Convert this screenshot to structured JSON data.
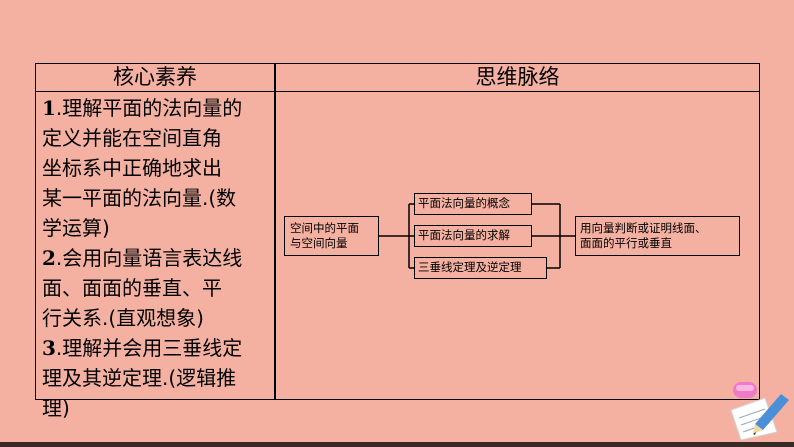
{
  "table": {
    "header_left": "核心素养",
    "header_right": "思维脉络",
    "items": [
      {
        "num": "1",
        "lines": [
          ".理解平面的法向量的",
          "定义并能在空间直角",
          "坐标系中正确地求出",
          "某一平面的法向量.(数",
          "学运算)"
        ]
      },
      {
        "num": "2",
        "lines": [
          ".会用向量语言表达线",
          "面、面面的垂直、平",
          "行关系.(直观想象)"
        ]
      },
      {
        "num": "3",
        "lines": [
          ".理解并会用三垂线定",
          "理及其逆定理.(逻辑推",
          "理)"
        ]
      }
    ]
  },
  "diagram": {
    "root": {
      "line1": "空间中的平面",
      "line2": "与空间向量"
    },
    "branches": [
      "平面法向量的概念",
      "平面法向量的求解",
      "三垂线定理及逆定理"
    ],
    "result": {
      "line1": "用向量判断或证明线面、",
      "line2": "面面的平行或垂直"
    }
  }
}
